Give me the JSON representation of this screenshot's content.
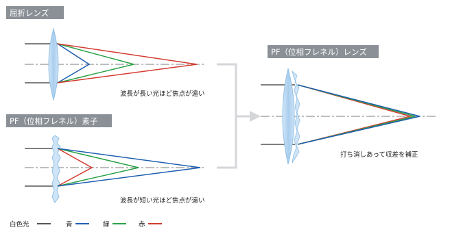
{
  "labels": {
    "refractive_lens": "屈折レンズ",
    "pf_element": "PF（位相フレネル）素子",
    "pf_lens": "PF（位相フレネル）レンズ"
  },
  "captions": {
    "refractive": "波長が長い光ほど焦点が遠い",
    "pf_element": "波長が短い光ほど焦点が遠い",
    "pf_lens": "打ち消しあって収差を補正"
  },
  "legend": [
    {
      "label": "白色光",
      "color": "#555555"
    },
    {
      "label": "青",
      "color": "#1f5fb0"
    },
    {
      "label": "緑",
      "color": "#2aa246"
    },
    {
      "label": "赤",
      "color": "#d43a2f"
    }
  ],
  "colors": {
    "white_light": "#555555",
    "blue": "#1f5fb0",
    "green": "#2aa246",
    "red": "#d43a2f",
    "lens_fill": "#bcd9f2",
    "lens_edge": "#8fbfe4",
    "label_bg": "#8a9096"
  },
  "icons": [
    "merge-arrow-icon"
  ]
}
